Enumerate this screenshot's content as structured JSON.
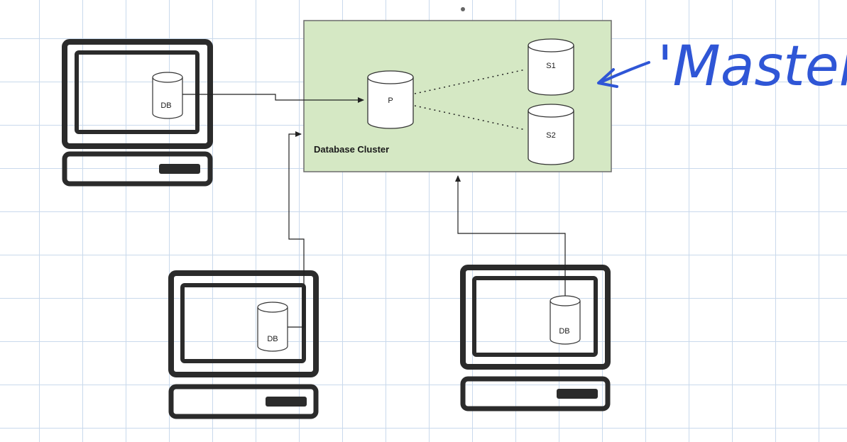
{
  "cluster": {
    "title": "Database Cluster",
    "fill": "#d5e8c4",
    "stroke": "#6c6c6c",
    "primary_label": "P",
    "replica_labels": [
      "S1",
      "S2"
    ]
  },
  "clients": [
    {
      "db_label": "DB"
    },
    {
      "db_label": "DB"
    },
    {
      "db_label": "DB"
    }
  ],
  "annotation": {
    "text": "'Master'",
    "color": "#2f56d6"
  },
  "colors": {
    "grid": "#c9d9ec",
    "computer": "#2b2b2b",
    "connector": "#222222"
  },
  "icons": [
    "computer-icon",
    "database-cylinder-icon",
    "arrow-icon"
  ]
}
